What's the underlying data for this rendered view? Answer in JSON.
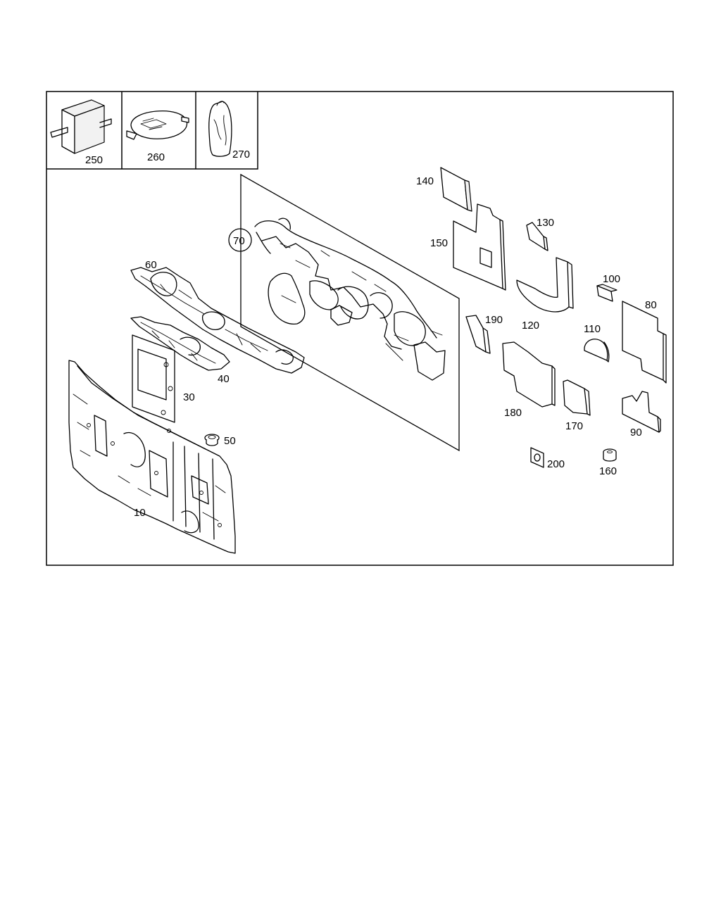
{
  "diagram": {
    "callouts": {
      "c10": "10",
      "c30": "30",
      "c40": "40",
      "c50": "50",
      "c60": "60",
      "c70": "70",
      "c80": "80",
      "c90": "90",
      "c100": "100",
      "c110": "110",
      "c120": "120",
      "c130": "130",
      "c140": "140",
      "c150": "150",
      "c160": "160",
      "c170": "170",
      "c180": "180",
      "c190": "190",
      "c200": "200",
      "c250": "250",
      "c260": "260",
      "c270": "270"
    }
  }
}
